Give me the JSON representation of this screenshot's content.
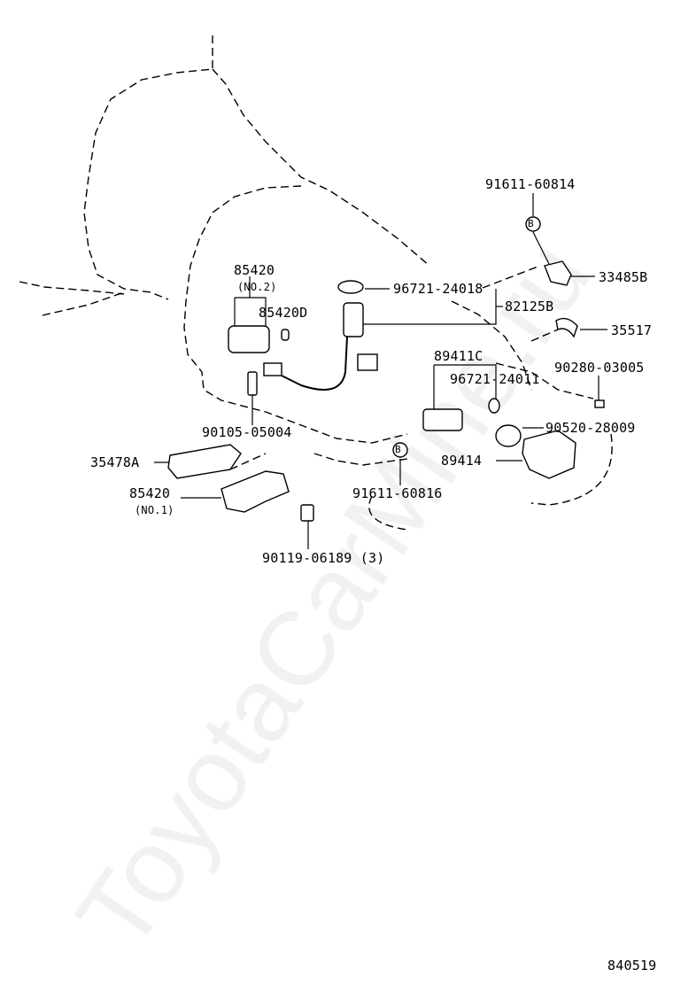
{
  "watermark": "ToyotaCarMine.ru",
  "diagram_number": "840519",
  "parts": {
    "p91611_60814": "91611-60814",
    "p33485B": "33485B",
    "p96721_24018": "96721-24018",
    "p82125B": "82125B",
    "p35517": "35517",
    "p85420_no2": "85420",
    "p85420_no2_note": "(NO.2)",
    "p85420D": "85420D",
    "p89411C": "89411C",
    "p96721_24011": "96721-24011",
    "p90280_03005": "90280-03005",
    "p90105_05004": "90105-05004",
    "p90520_28009": "90520-28009",
    "p89414": "89414",
    "p35478A": "35478A",
    "p91611_60816": "91611-60816",
    "p85420_no1": "85420",
    "p85420_no1_note": "(NO.1)",
    "p90119_06189": "90119-06189 (3)"
  },
  "markers": {
    "b1": "B",
    "b2": "B"
  },
  "colors": {
    "line": "#000000",
    "watermark": "#787878"
  }
}
